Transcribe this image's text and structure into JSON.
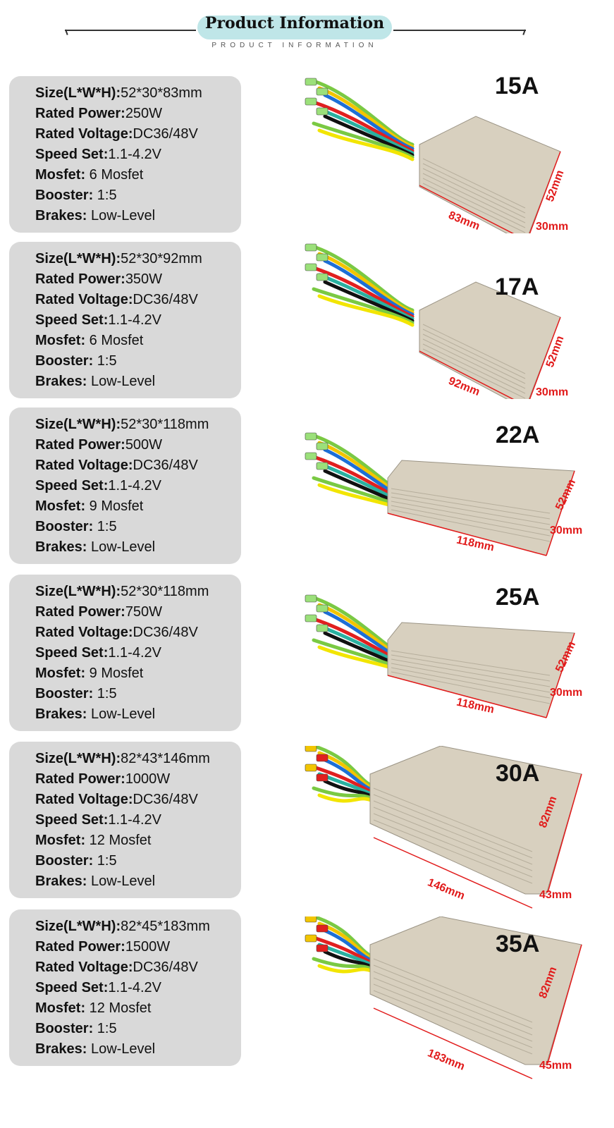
{
  "header": {
    "title": "Product Information",
    "subtitle": "PRODUCT INFORMATION"
  },
  "labels": {
    "size": "Size(L*W*H):",
    "power": "Rated Power:",
    "voltage": "Rated Voltage:",
    "speed": "Speed Set:",
    "mosfet": "Mosfet:",
    "booster": "Booster:",
    "brakes": "Brakes:"
  },
  "products": [
    {
      "amp": "15A",
      "size": "52*30*83mm",
      "power": "250W",
      "voltage": "DC36/48V",
      "speed": "1.1-4.2V",
      "mosfet": " 6 Mosfet",
      "booster": " 1:5",
      "brakes": " Low-Level",
      "dim_length": "83mm",
      "dim_height": "52mm",
      "dim_width": "30mm"
    },
    {
      "amp": "17A",
      "size": "52*30*92mm",
      "power": "350W",
      "voltage": "DC36/48V",
      "speed": "1.1-4.2V",
      "mosfet": " 6 Mosfet",
      "booster": " 1:5",
      "brakes": " Low-Level",
      "dim_length": "92mm",
      "dim_height": "52mm",
      "dim_width": "30mm"
    },
    {
      "amp": "22A",
      "size": "52*30*118mm",
      "power": "500W",
      "voltage": "DC36/48V",
      "speed": "1.1-4.2V",
      "mosfet": " 9 Mosfet",
      "booster": " 1:5",
      "brakes": " Low-Level",
      "dim_length": "118mm",
      "dim_height": "52mm",
      "dim_width": "30mm"
    },
    {
      "amp": "25A",
      "size": "52*30*118mm",
      "power": "750W",
      "voltage": "DC36/48V",
      "speed": "1.1-4.2V",
      "mosfet": " 9 Mosfet",
      "booster": " 1:5",
      "brakes": " Low-Level",
      "dim_length": "118mm",
      "dim_height": "52mm",
      "dim_width": "30mm"
    },
    {
      "amp": "30A",
      "size": "82*43*146mm",
      "power": "1000W",
      "voltage": "DC36/48V",
      "speed": "1.1-4.2V",
      "mosfet": " 12 Mosfet",
      "booster": " 1:5",
      "brakes": " Low-Level",
      "dim_length": "146mm",
      "dim_height": "82mm",
      "dim_width": "43mm"
    },
    {
      "amp": "35A",
      "size": "82*45*183mm",
      "power": "1500W",
      "voltage": "DC36/48V",
      "speed": "1.1-4.2V",
      "mosfet": " 12 Mosfet",
      "booster": " 1:5",
      "brakes": " Low-Level",
      "dim_length": "183mm",
      "dim_height": "82mm",
      "dim_width": "45mm"
    }
  ],
  "colors": {
    "card_bg": "#d9d9d9",
    "header_pill": "#bfe6e8",
    "dimension_red": "#e11b1b",
    "housing": "#d8d0bf"
  }
}
